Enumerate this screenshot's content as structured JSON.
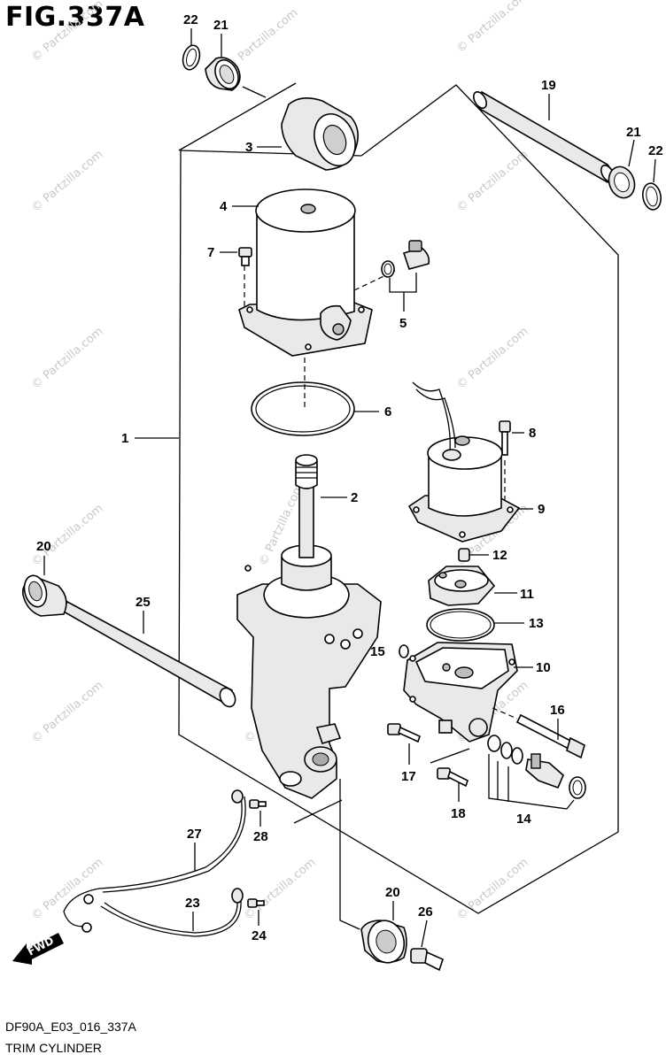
{
  "figure": {
    "title": "FIG.337A",
    "code": "DF90A_E03_016_337A",
    "name": "TRIM CYLINDER"
  },
  "watermark": "© Partzilla.com",
  "direction_label": "FWD",
  "callouts": {
    "c1": "1",
    "c2": "2",
    "c3": "3",
    "c4": "4",
    "c5": "5",
    "c6": "6",
    "c7": "7",
    "c8": "8",
    "c9": "9",
    "c10": "10",
    "c11": "11",
    "c12": "12",
    "c13": "13",
    "c14": "14",
    "c15": "15",
    "c16": "16",
    "c17": "17",
    "c18": "18",
    "c19": "19",
    "c20a": "20",
    "c20b": "20",
    "c21a": "21",
    "c21b": "21",
    "c22a": "22",
    "c22b": "22",
    "c23": "23",
    "c24": "24",
    "c25": "25",
    "c26": "26",
    "c27": "27",
    "c28": "28"
  }
}
